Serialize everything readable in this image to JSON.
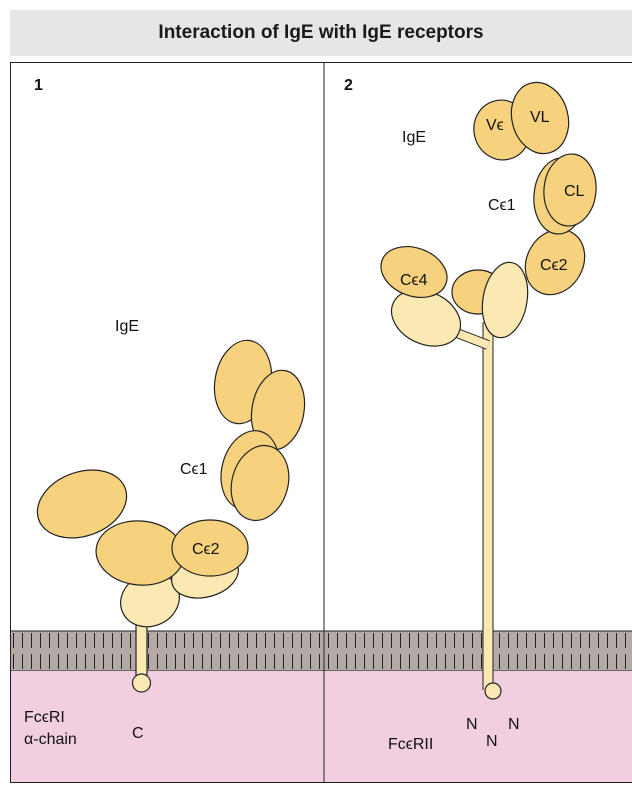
{
  "title": "Interaction of IgE with IgE receptors",
  "colors": {
    "domain_fill": "#f6d27e",
    "domain_light": "#fbe9b4",
    "membrane": "#b3aaa8",
    "cytoplasm": "#f2cfe0",
    "title_bg": "#e6e6e6"
  },
  "panel1": {
    "number": "1",
    "ige_label": "IgE",
    "ce1_label": "Cϵ1",
    "ce2_label": "Cϵ2",
    "receptor_label_line1": "FcϵRI",
    "receptor_label_line2": "α-chain",
    "terminus_c": "C"
  },
  "panel2": {
    "number": "2",
    "ige_label": "IgE",
    "ve_label": "Vϵ",
    "vl_label": "VL",
    "ce1_label": "Cϵ1",
    "cl_label": "CL",
    "ce2_label": "Cϵ2",
    "ce4_label": "Cϵ4",
    "receptor_label": "FcϵRII",
    "terminus_n1": "N",
    "terminus_n2": "N",
    "terminus_n3": "N"
  }
}
